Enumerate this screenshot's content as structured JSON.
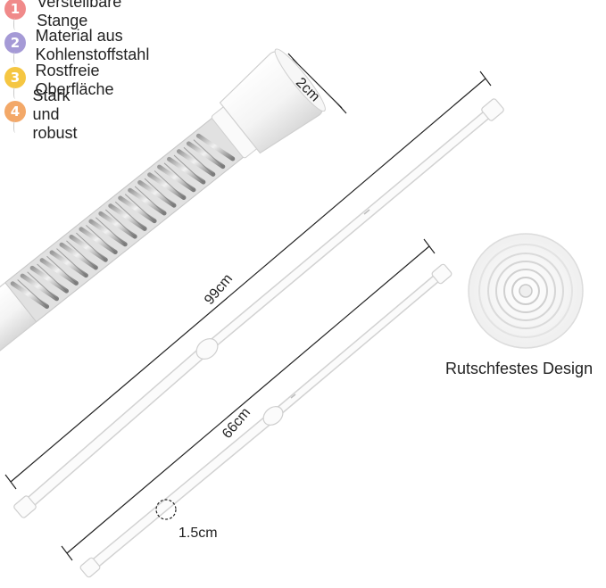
{
  "features": [
    {
      "number": "1",
      "text": "Verstellbare Stange",
      "color": "#f08a8a"
    },
    {
      "number": "2",
      "text": "Material aus Kohlenstoffstahl",
      "color": "#a59ad6"
    },
    {
      "number": "3",
      "text": "Rostfreie Oberfläche",
      "color": "#f5c642"
    },
    {
      "number": "4",
      "text": "Stark und robust",
      "color": "#f3a868"
    }
  ],
  "dimensions": {
    "cap_diameter": "2cm",
    "long_rod_length": "99cm",
    "short_rod_length": "66cm",
    "rod_diameter": "1.5cm"
  },
  "non_slip_label": "Rutschfestes Design"
}
